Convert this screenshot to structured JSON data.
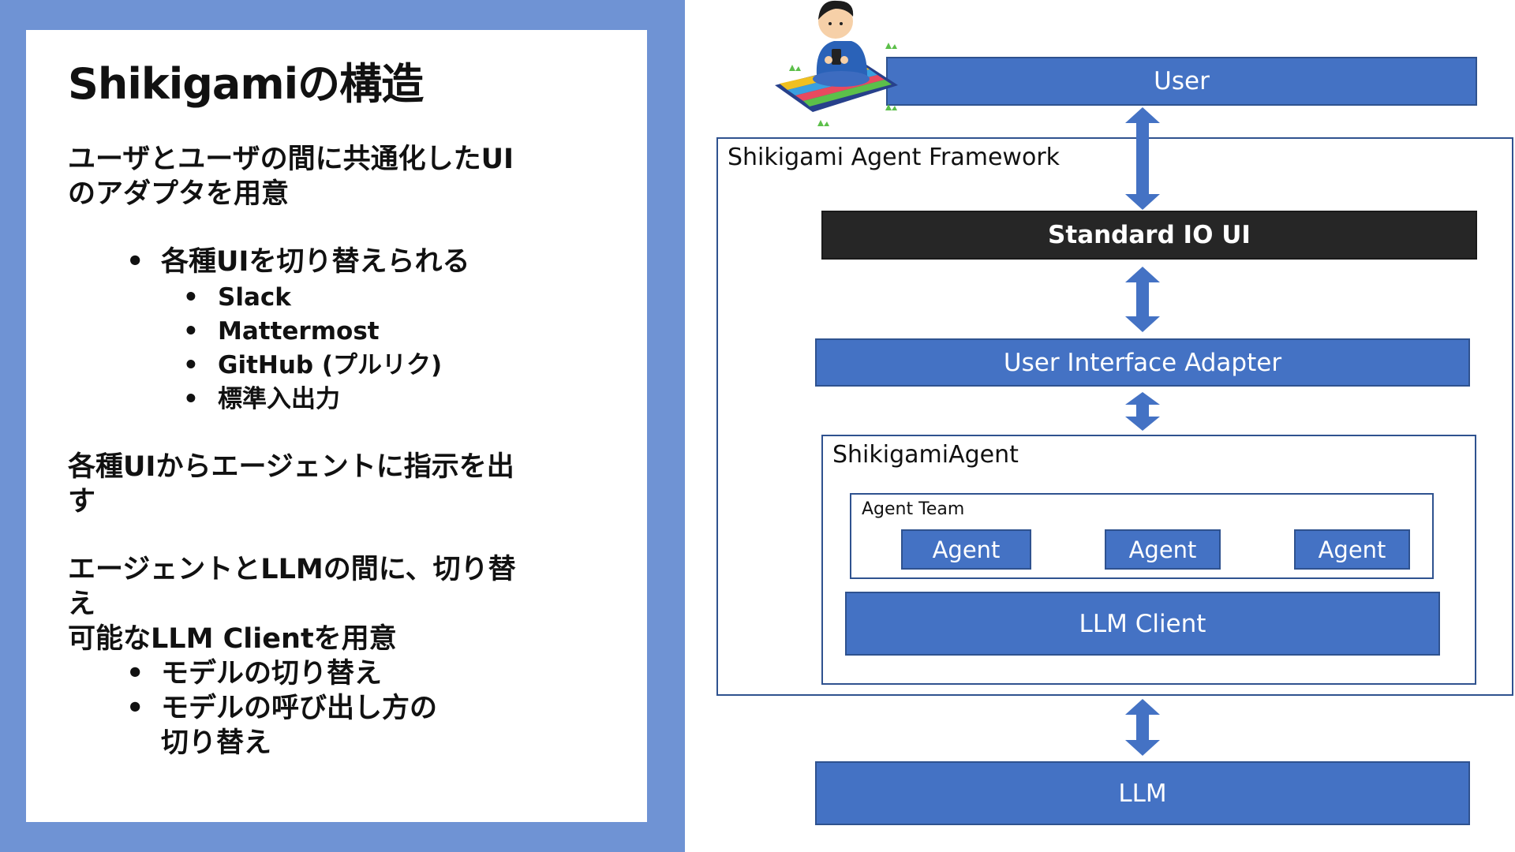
{
  "left": {
    "title": "Shikigamiの構造",
    "para1_line1": "ユーザとユーザの間に共通化したUI",
    "para1_line2": "のアダプタを用意",
    "bullet_main": "各種UIを切り替えられる",
    "sub_bullets": [
      "Slack",
      "Mattermost",
      "GitHub (プルリク)",
      "標準入出力"
    ],
    "para2_line1": "各種UIからエージェントに指示を出",
    "para2_line2": "す",
    "para3_line1": "エージェントとLLMの間に、切り替え",
    "para3_line2": "可能なLLM Clientを用意",
    "bullets2": [
      "モデルの切り替え",
      "モデルの呼び出し方の"
    ],
    "bullets2_cont": "切り替え",
    "bullet_glyph": "•"
  },
  "diagram": {
    "user_label": "User",
    "framework_label": "Shikigami Agent Framework",
    "standard_io_label": "Standard IO UI",
    "ui_adapter_label": "User Interface Adapter",
    "agent_container_label": "ShikigamiAgent",
    "agent_team_label": "Agent Team",
    "agents": [
      "Agent",
      "Agent",
      "Agent"
    ],
    "llm_client_label": "LLM Client",
    "llm_label": "LLM",
    "colors": {
      "box_fill": "#4472c4",
      "box_border": "#2f528f",
      "dark_box": "#262626",
      "arrow": "#4472c4"
    }
  }
}
